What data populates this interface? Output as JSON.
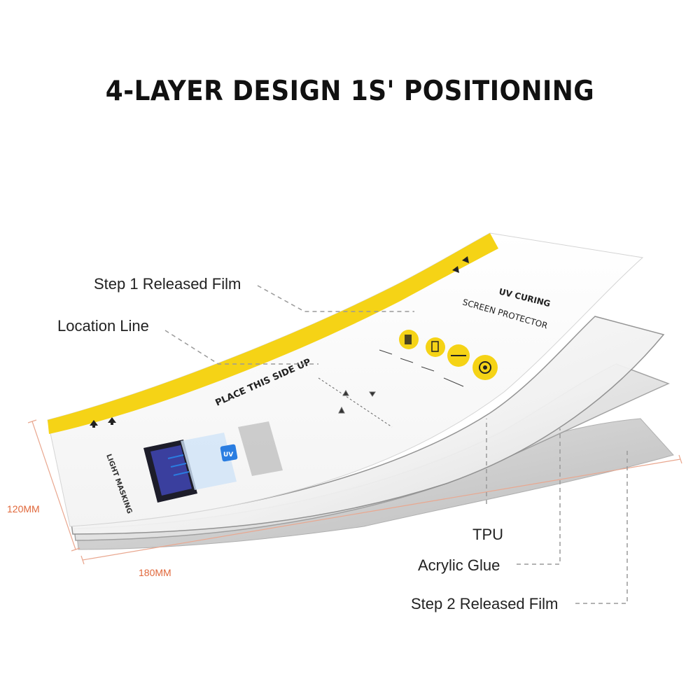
{
  "title": "4-LAYER DESIGN 1S' POSITIONING",
  "callouts": {
    "step1": "Step 1 Released Film",
    "location": "Location Line",
    "tpu": "TPU",
    "glue": "Acrylic Glue",
    "step2": "Step 2 Released Film"
  },
  "dimensions": {
    "height": "120MM",
    "width": "180MM"
  },
  "product": {
    "band_text": "PLACE THIS SIDE UP",
    "brand_line1": "UV CURING",
    "brand_line2": "SCREEN PROTECTOR",
    "side_text": "LIGHT MASKING",
    "badge_text": "UV"
  },
  "colors": {
    "accent": "#f5d316",
    "dimension": "#e0673a"
  }
}
